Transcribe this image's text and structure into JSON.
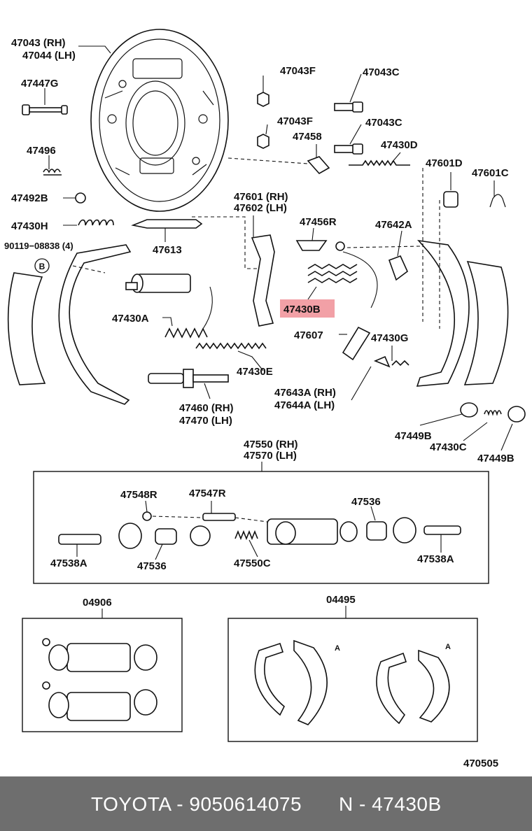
{
  "highlight_color": "#f2a0a6",
  "footer": {
    "left": "TOYOTA - 9050614075",
    "right": "N - 47430B"
  },
  "labels": {
    "l_47043rh": "47043 (RH)",
    "l_47044lh": "47044 (LH)",
    "l_47447g": "47447G",
    "l_47496": "47496",
    "l_47492b": "47492B",
    "l_47430h": "47430H",
    "l_90119": "90119−08838 (4)",
    "l_b": "B",
    "l_47613": "47613",
    "l_47430a": "47430A",
    "l_47430e": "47430E",
    "l_47460": "47460 (RH)",
    "l_47470": "47470 (LH)",
    "l_47043f_1": "47043F",
    "l_47043c_1": "47043C",
    "l_47043f_2": "47043F",
    "l_47043c_2": "47043C",
    "l_47458": "47458",
    "l_47430d": "47430D",
    "l_47601d": "47601D",
    "l_47601c": "47601C",
    "l_47601": "47601 (RH)",
    "l_47602": "47602 (LH)",
    "l_47456r": "47456R",
    "l_47642a": "47642A",
    "l_47430b": "47430B",
    "l_47607": "47607",
    "l_47430g": "47430G",
    "l_47643a": "47643A (RH)",
    "l_47644a": "47644A (LH)",
    "l_47449b_1": "47449B",
    "l_47430c": "47430C",
    "l_47449b_2": "47449B",
    "l_47550": "47550 (RH)",
    "l_47570": "47570 (LH)",
    "l_47548r": "47548R",
    "l_47547r": "47547R",
    "l_47536_1": "47536",
    "l_47538a_1": "47538A",
    "l_47536_2": "47536",
    "l_47550c": "47550C",
    "l_47538a_2": "47538A",
    "l_04906": "04906",
    "l_04495": "04495",
    "l_470505": "470505",
    "l_a1": "A",
    "l_a2": "A"
  }
}
